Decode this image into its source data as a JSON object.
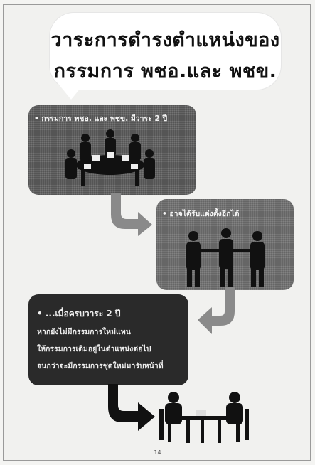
{
  "title": {
    "line1": "วาระการดำรงตำแหน่งของ",
    "line2": "กรรมการ พชอ.และ พชข."
  },
  "panels": [
    {
      "caption": "• กรรมการ พชอ. และ พชข. มีวาระ 2 ปี"
    },
    {
      "caption": "• อาจได้รับแต่งตั้งอีกได้"
    },
    {
      "lines": [
        "• ...เมื่อครบวาระ 2 ปี",
        "หากยังไม่มีกรรมการใหม่แทน",
        "ให้กรรมการเดิมอยู่ในตำแหน่งต่อไป",
        "จนกว่าจะมีกรรมการชุดใหม่มารับหน้าที่"
      ]
    }
  ],
  "page_number": "14"
}
